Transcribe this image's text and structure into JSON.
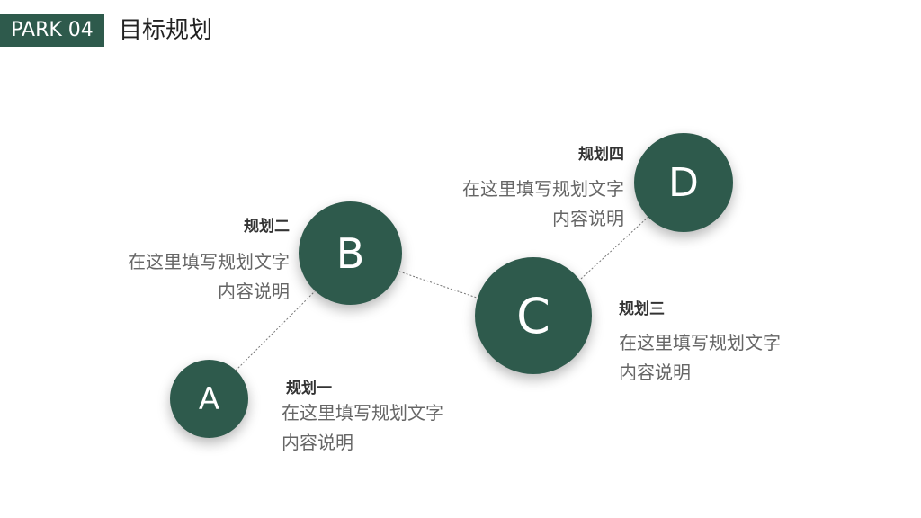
{
  "header": {
    "tag": "PARK 04",
    "title": "目标规划"
  },
  "colors": {
    "primary": "#2e5a4c",
    "title_text": "#333333",
    "desc_text": "#666666"
  },
  "plans": [
    {
      "letter": "A",
      "title": "规划一",
      "desc_line1": "在这里填写规划文字",
      "desc_line2": "内容说明"
    },
    {
      "letter": "B",
      "title": "规划二",
      "desc_line1": "在这里填写规划文字",
      "desc_line2": "内容说明"
    },
    {
      "letter": "C",
      "title": "规划三",
      "desc_line1": "在这里填写规划文字",
      "desc_line2": "内容说明"
    },
    {
      "letter": "D",
      "title": "规划四",
      "desc_line1": "在这里填写规划文字",
      "desc_line2": "内容说明"
    }
  ]
}
